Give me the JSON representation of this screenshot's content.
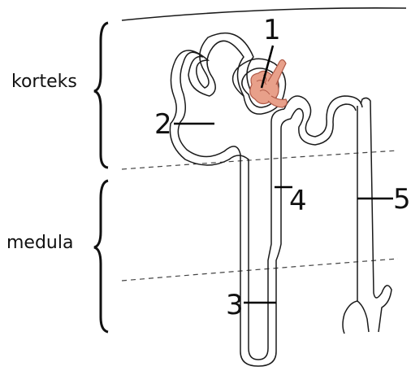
{
  "regions": {
    "cortex": "korteks",
    "medulla": "medula"
  },
  "numbers": {
    "n1": "1",
    "n2": "2",
    "n3": "3",
    "n4": "4",
    "n5": "5"
  },
  "colors": {
    "glomerulus": "#e8a08a",
    "glomerulus_stroke": "#b05a48",
    "line": "#1a1a1a"
  }
}
